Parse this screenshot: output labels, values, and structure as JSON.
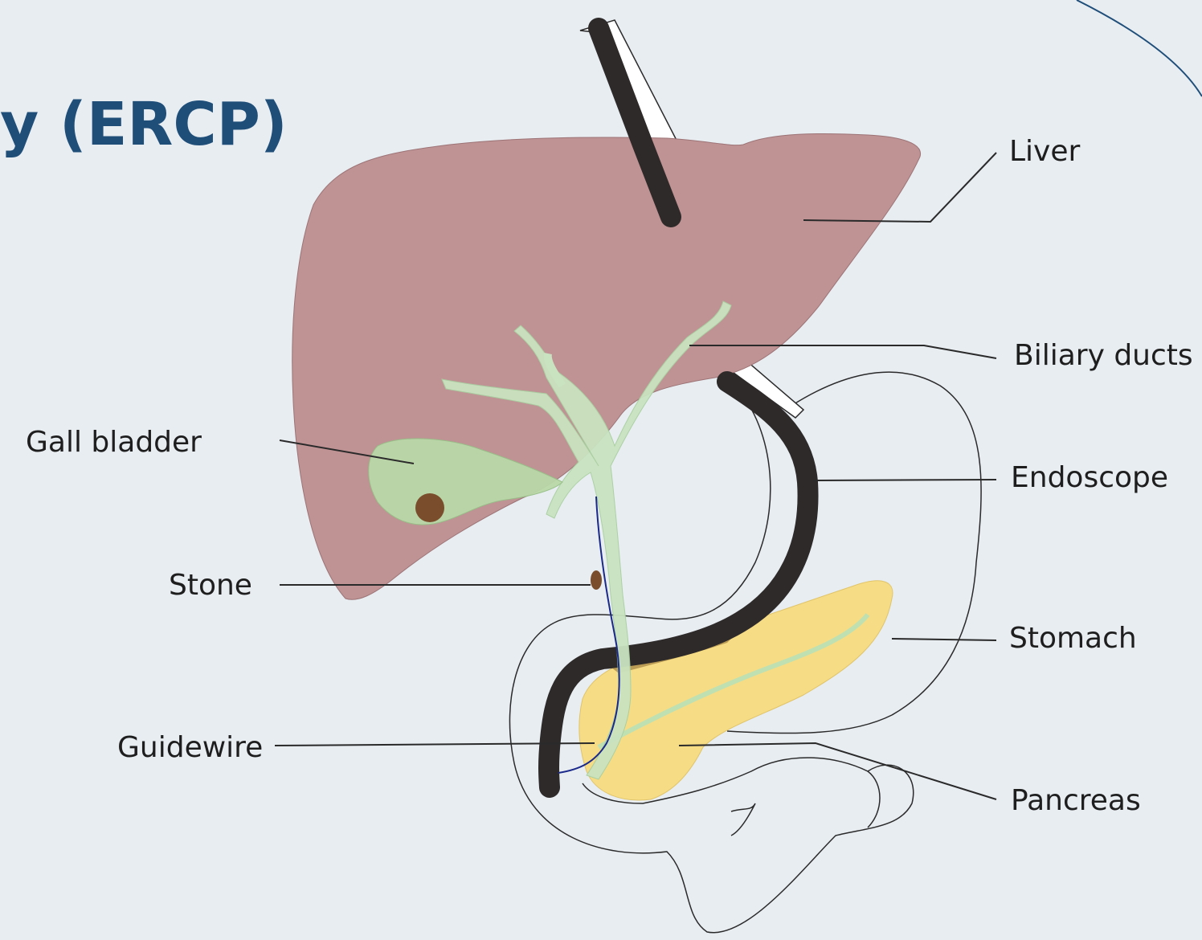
{
  "slide": {
    "title": "y (ERCP)"
  },
  "labels": {
    "liver": "Liver",
    "biliary_ducts": "Biliary ducts",
    "gall_bladder": "Gall bladder",
    "endoscope": "Endoscope",
    "stone": "Stone",
    "stomach": "Stomach",
    "guidewire": "Guidewire",
    "pancreas": "Pancreas"
  },
  "colors": {
    "background": "#e8edf2",
    "title": "#1f4e79",
    "liver": "#bf9294",
    "bile_ducts": "#c9e3c0",
    "pancreas": "#f7dc86",
    "endoscope": "#2e2a2a",
    "stone": "#7a4e2d",
    "guidewire": "#1b2a8a"
  }
}
